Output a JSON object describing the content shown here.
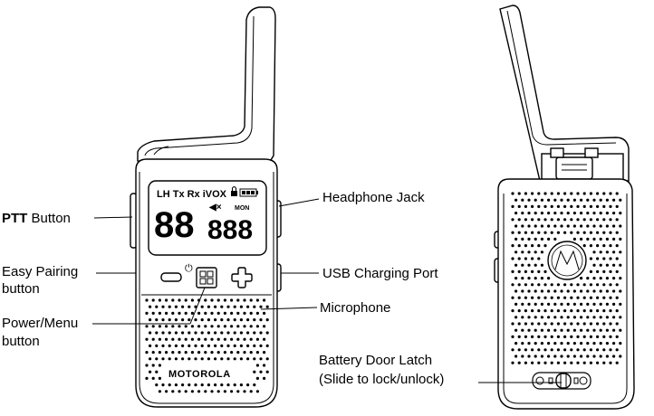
{
  "labels": {
    "ptt_bold": "PTT",
    "ptt_rest": " Button",
    "easy_pairing_line1": "Easy Pairing",
    "easy_pairing_line2": "button",
    "power_menu_line1": "Power/Menu",
    "power_menu_line2": "button",
    "headphone_jack": "Headphone Jack",
    "usb_charging_port": "USB Charging Port",
    "microphone": "Microphone",
    "battery_latch_line1": "Battery Door Latch",
    "battery_latch_line2": "(Slide to lock/unlock)"
  },
  "display": {
    "icons_row": "LH Tx Rx iVOX",
    "channel_digits": "88",
    "code_digits": "888",
    "mon_label": "MON"
  },
  "brand": "MOTOROLA",
  "icons": [
    "power-icon",
    "menu-grid-icon",
    "minus-icon",
    "plus-icon",
    "lock-icon",
    "battery-icon",
    "mute-icon",
    "motorola-logo-icon"
  ]
}
